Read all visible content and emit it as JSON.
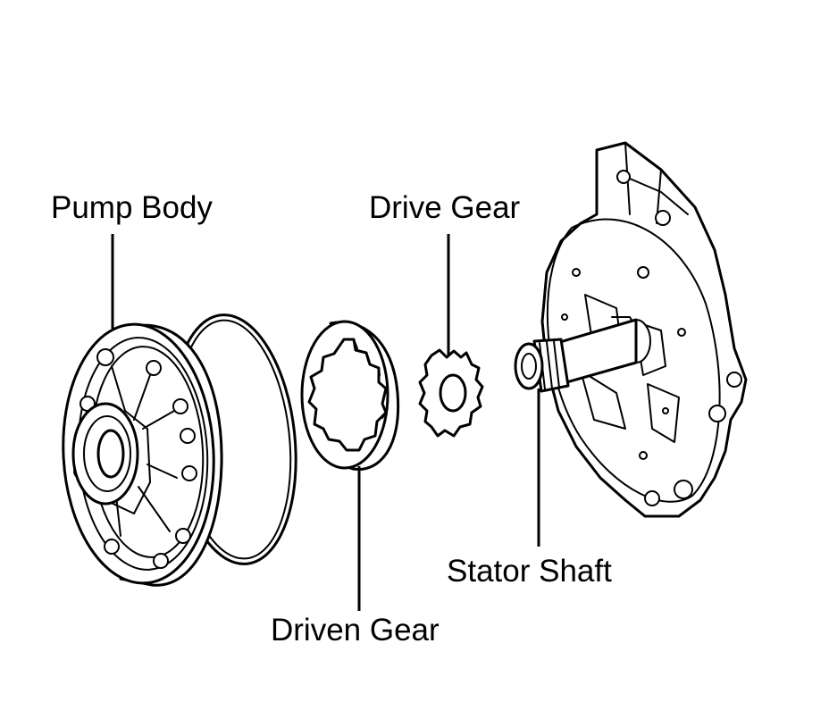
{
  "labels": {
    "pump_body": "Pump Body",
    "drive_gear": "Drive Gear",
    "driven_gear": "Driven Gear",
    "stator_shaft": "Stator Shaft"
  },
  "colors": {
    "line": "#000000",
    "background": "#ffffff"
  }
}
